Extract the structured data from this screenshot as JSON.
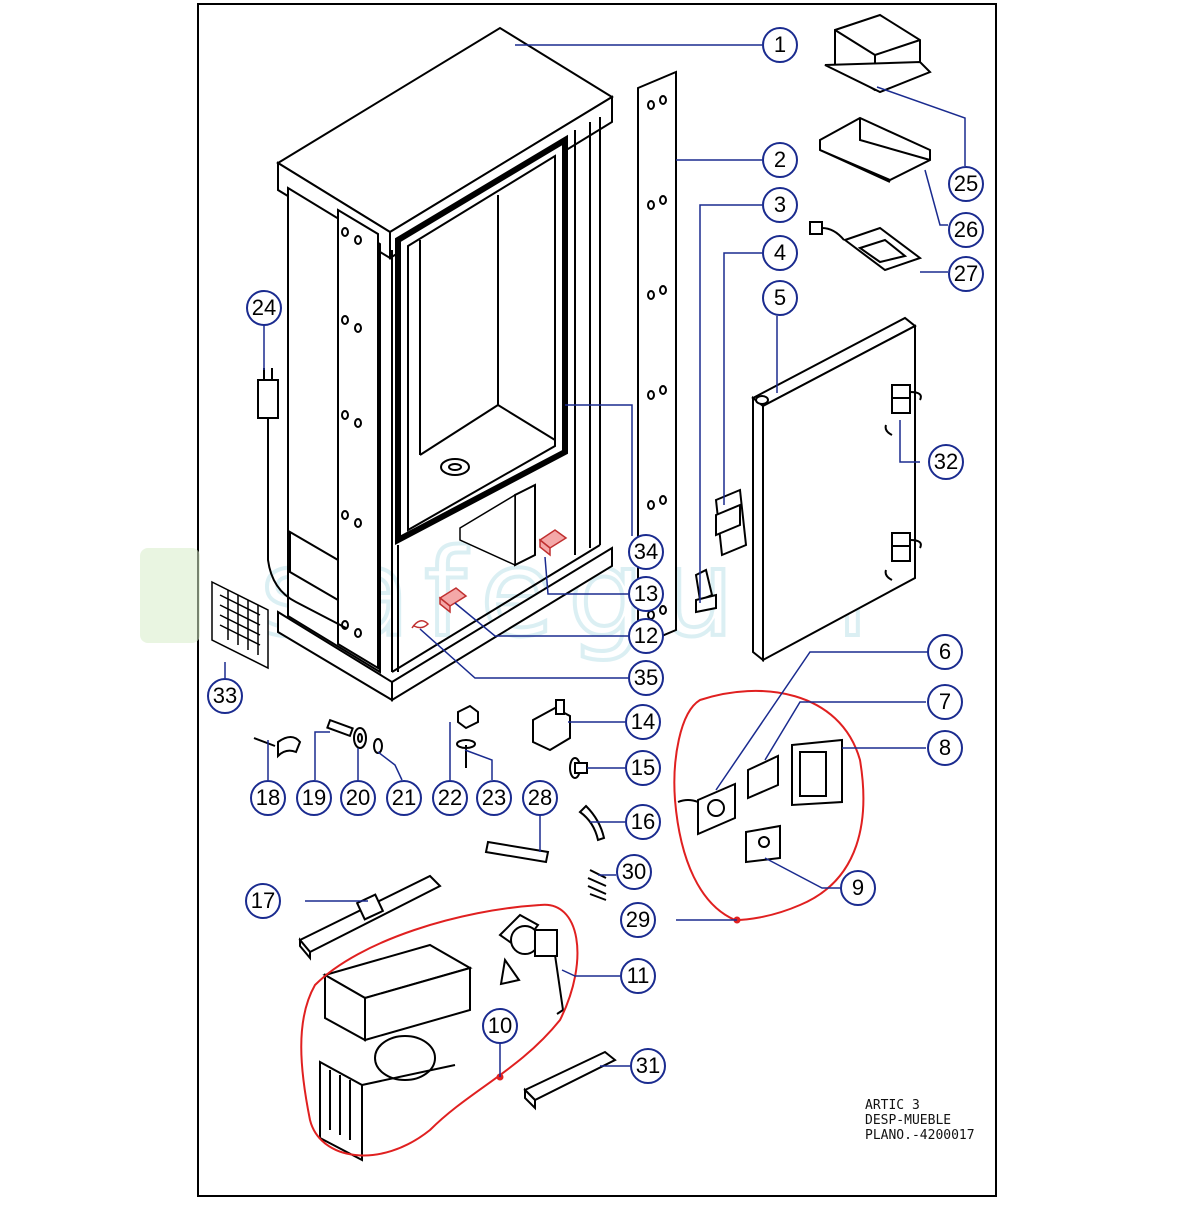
{
  "watermark": {
    "text": "safeguer",
    "color": "#bfe3ea",
    "accent": "#cfe9c4"
  },
  "title_block": {
    "line1": "ARTIC 3",
    "line2": "DESP-MUEBLE",
    "line3": "PLANO.-4200017"
  },
  "colors": {
    "line": "#000000",
    "leader": "#1a2b8f",
    "callout_ring": "#1a2b8f",
    "group_outline": "#e02020",
    "highlight_part": "#f08080"
  },
  "callouts": [
    "1",
    "2",
    "3",
    "4",
    "5",
    "6",
    "7",
    "8",
    "9",
    "10",
    "11",
    "12",
    "13",
    "14",
    "15",
    "16",
    "17",
    "18",
    "19",
    "20",
    "21",
    "22",
    "23",
    "24",
    "25",
    "26",
    "27",
    "28",
    "29",
    "30",
    "31",
    "32",
    "33",
    "34",
    "35"
  ]
}
